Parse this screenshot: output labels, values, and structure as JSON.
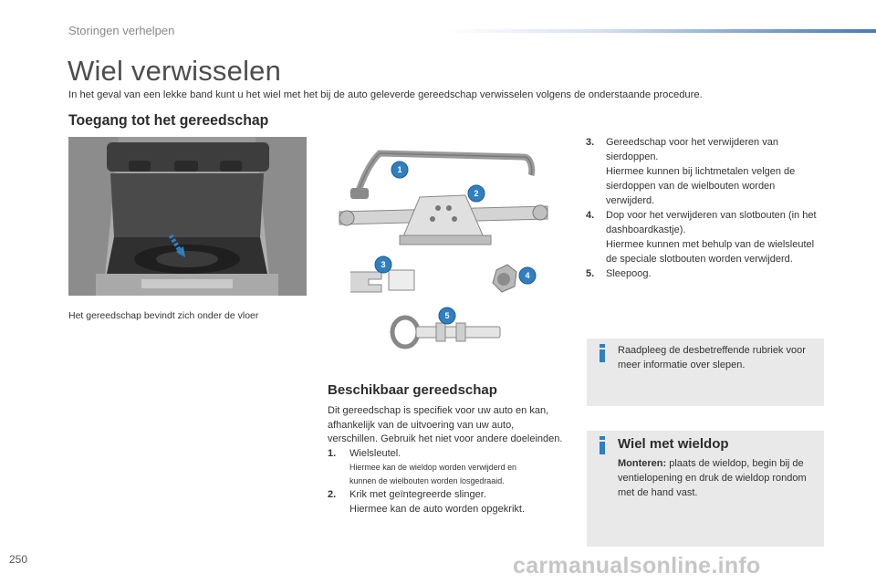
{
  "header": {
    "section": "Storingen verhelpen"
  },
  "title": "Wiel verwisselen",
  "intro": "In het geval van een lekke band kunt u het wiel met het bij de auto geleverde gereedschap verwisselen volgens de onderstaande procedure.",
  "access": {
    "heading": "Toegang tot het gereedschap",
    "caption": "Het gereedschap bevindt zich onder de vloer"
  },
  "callouts": [
    "1",
    "2",
    "3",
    "4",
    "5"
  ],
  "tools": {
    "heading": "Beschikbaar gereedschap",
    "intro": "Dit gereedschap is specifiek voor uw auto en kan, afhankelijk van de uitvoering van uw auto, verschillen. Gebruik het niet voor andere doeleinden.",
    "items": [
      {
        "num": "1.",
        "label": "Wielsleutel.",
        "note": "Hiermee kan de wieldop worden verwijderd en",
        "note2": "kunnen de wielbouten worden losgedraaid."
      },
      {
        "num": "2.",
        "label": "Krik met geïntegreerde slinger.",
        "note": "Hiermee kan de auto worden opgekrikt."
      },
      {
        "num": "3.",
        "label": "Gereedschap voor het verwijderen van sierdoppen.",
        "note": "Hiermee kunnen bij lichtmetalen velgen de sierdoppen van de wielbouten worden verwijderd."
      },
      {
        "num": "4.",
        "label": "Dop voor het verwijderen van slotbouten (in het dashboardkastje).",
        "note": "Hiermee kunnen met behulp van de wielsleutel de speciale slotbouten worden verwijderd."
      },
      {
        "num": "5.",
        "label": "Sleepoog."
      }
    ]
  },
  "info_box": {
    "icon": "info-icon",
    "text": "Raadpleeg de desbetreffende rubriek voor meer informatie over slepen."
  },
  "wheel_cap": {
    "icon": "info-icon",
    "heading": "Wiel met wieldop",
    "label": "Monteren:",
    "text": "plaats de wieldop, begin bij de ventielopening en druk de wieldop rondom met de hand vast."
  },
  "page_number": "250",
  "watermark": "carmanualsonline.info",
  "colors": {
    "accent_blue": "#2f7fc1",
    "box_grey": "#e9e9e9",
    "title_grey": "#4d4d4d"
  }
}
